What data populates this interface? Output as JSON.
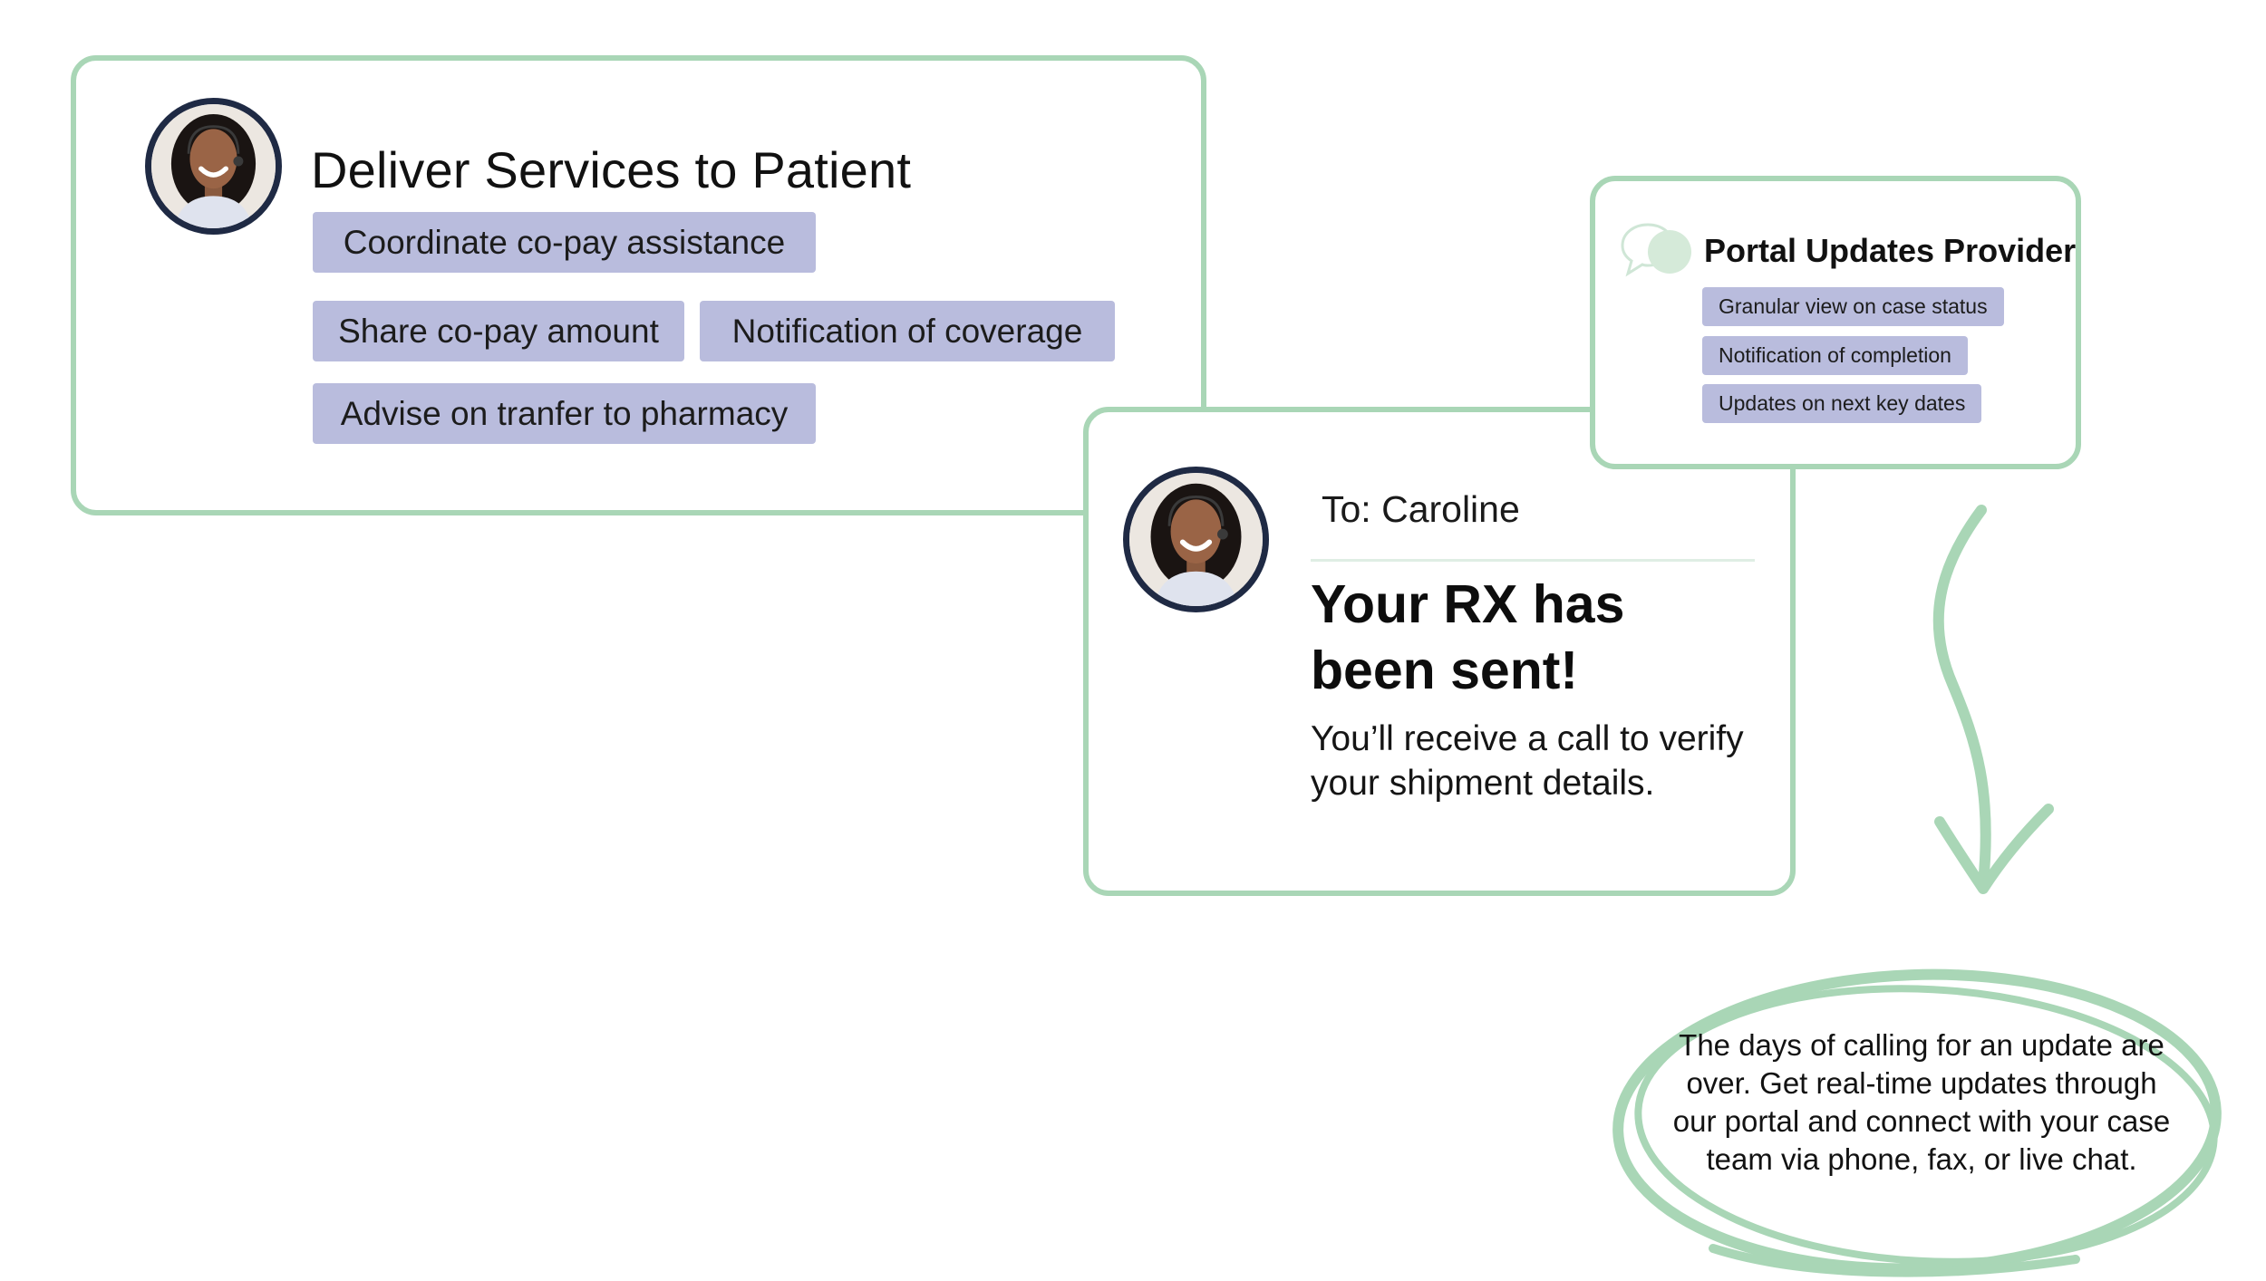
{
  "deliver_card": {
    "title": "Deliver Services to Patient",
    "chips": [
      "Coordinate co-pay assistance",
      "Share co-pay amount",
      "Notification of coverage",
      "Advise on tranfer to pharmacy"
    ]
  },
  "message_card": {
    "to": "To: Caroline",
    "headline": "Your RX has been sent!",
    "body": "You’ll receive a call to verify your shipment details."
  },
  "portal_card": {
    "title": "Portal Updates Provider",
    "items": [
      "Granular view on case status",
      "Notification of completion",
      "Updates on next key dates"
    ]
  },
  "callout": {
    "text": "The days of calling for an update are over. Get real-time updates through our portal and connect with your case team via phone, fax, or live chat."
  },
  "colors": {
    "accent_green": "#a9d6b6",
    "chip_lavender": "#b9bcdd",
    "avatar_ring": "#1f2a44"
  },
  "icons": {
    "avatar": "agent-headset-portrait",
    "portal": "chat-bubbles-icon",
    "arrow": "squiggle-arrow-down"
  }
}
